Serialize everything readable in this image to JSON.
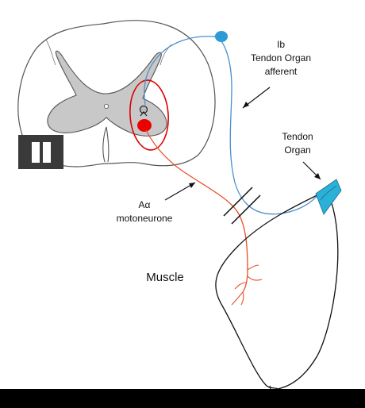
{
  "labels": {
    "ib_line1": "Ib",
    "ib_line2": "Tendon Organ",
    "ib_line3": "afferent",
    "tendon_line1": "Tendon",
    "tendon_line2": "Organ",
    "alpha_line1": "Aα",
    "alpha_line2": "motoneurone",
    "muscle": "Muscle"
  },
  "colors": {
    "afferent": "#4a8fd0",
    "efferent": "#e8502a",
    "highlight": "#dd0000",
    "neuron_fill": "#ee0000",
    "grey_matter": "#c8c8c8",
    "tendon_organ": "#2bb0d8",
    "ganglion": "#2e9ad8",
    "pause_button": "#3a3a3a"
  },
  "controls": {
    "pause_icon": "pause-icon"
  }
}
